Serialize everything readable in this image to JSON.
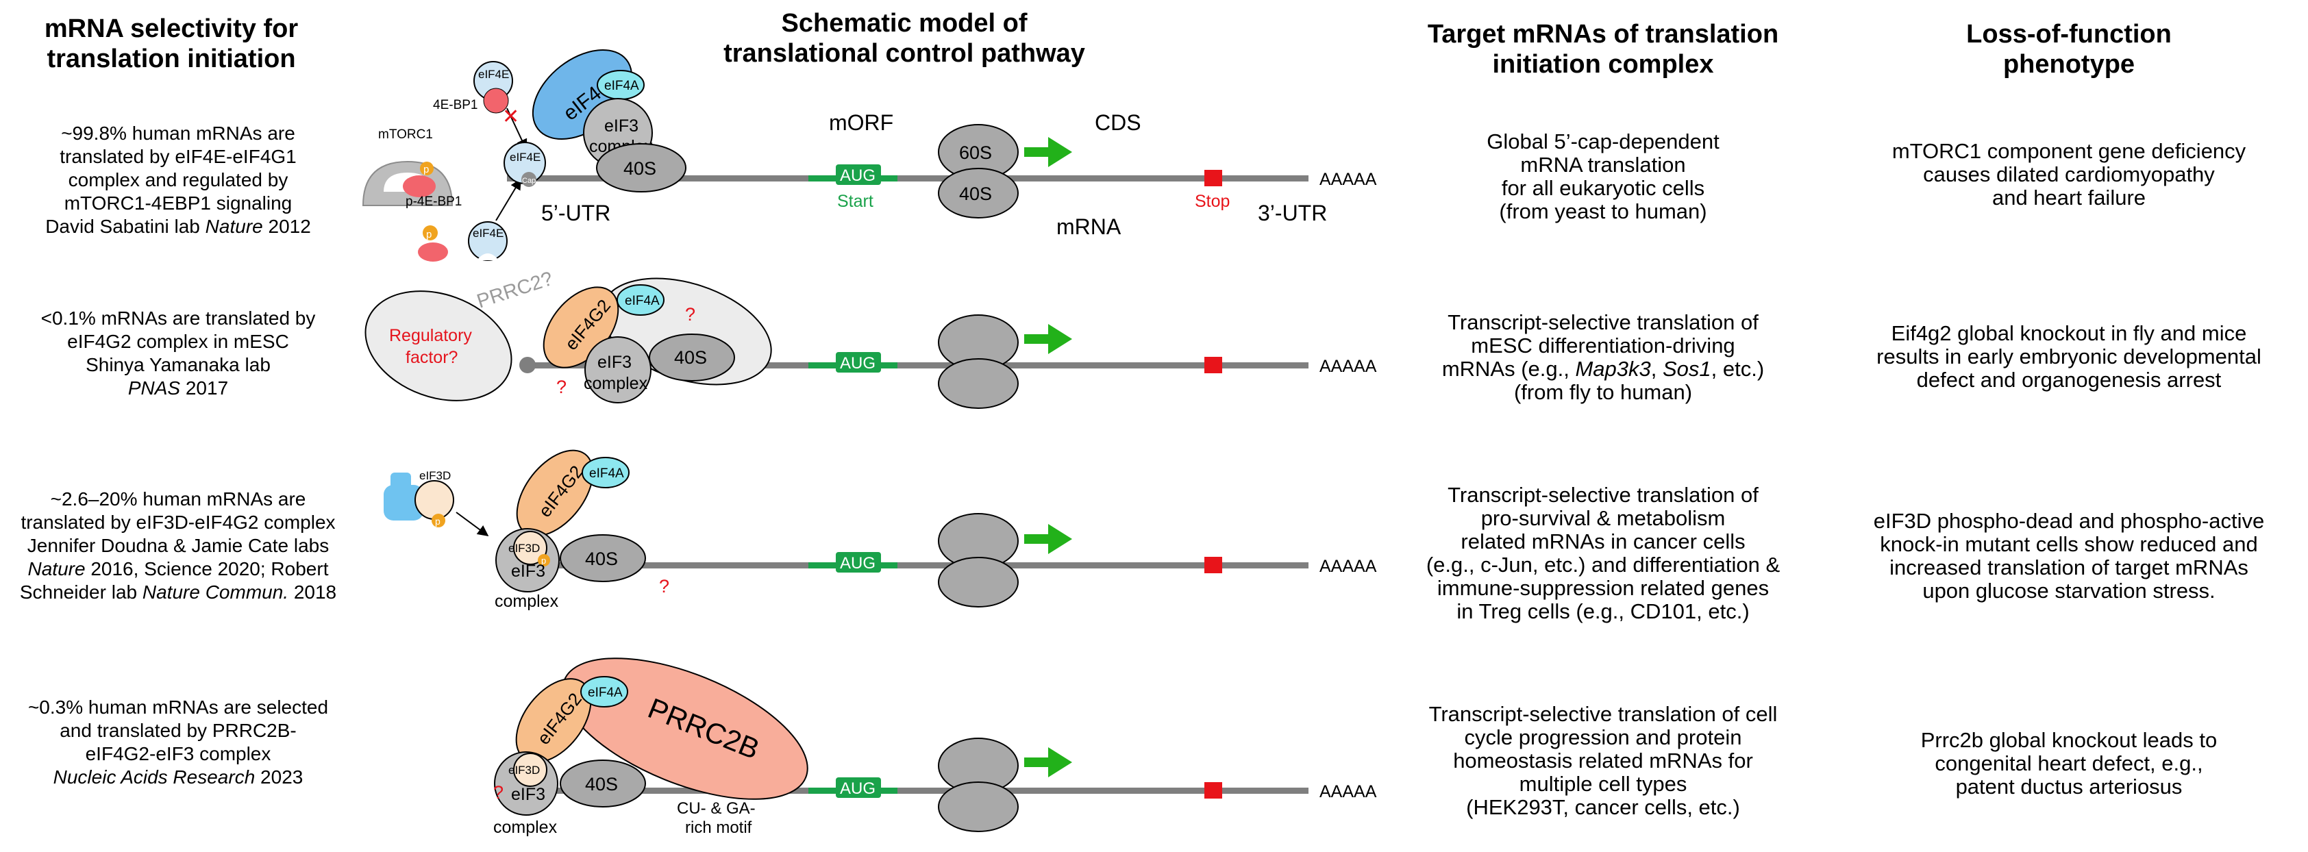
{
  "headers": {
    "col1": [
      "mRNA selectivity for",
      "translation initiation"
    ],
    "col2": [
      "Schematic model of",
      "translational control pathway"
    ],
    "col3": [
      "Target mRNAs of translation",
      "initiation complex"
    ],
    "col4": [
      "Loss-of-function",
      "phenotype"
    ]
  },
  "rows": [
    {
      "selectivity": [
        "~99.8% human mRNAs are",
        "translated by eIF4E-eIF4G1",
        "complex and regulated by",
        "mTORC1-4EBP1 signaling"
      ],
      "citation": {
        "pre": "David Sabatini lab ",
        "journal": "Nature",
        "post": " 2012"
      },
      "targets": [
        "Global 5’-cap-dependent",
        "mRNA translation",
        "for all eukaryotic cells",
        "(from yeast to human)"
      ],
      "phenotype": [
        "mTORC1 component gene deficiency",
        "causes dilated cardiomyopathy",
        "and heart failure"
      ]
    },
    {
      "selectivity": [
        "<0.1% mRNAs are translated by",
        "eIF4G2 complex in mESC",
        "Shinya Yamanaka lab"
      ],
      "citation": {
        "pre": "",
        "journal": "PNAS",
        "post": " 2017"
      },
      "targets": [
        "Transcript-selective translation of",
        "mESC differentiation-driving"
      ],
      "targets_italic_line": {
        "pre": "mRNAs (e.g., ",
        "i1": "Map3k3",
        "mid": ", ",
        "i2": "Sos1",
        "post": ", etc.)"
      },
      "targets_last": "(from fly to human)",
      "phenotype": [
        "Eif4g2 global knockout in fly and mice",
        "results in early embryonic developmental",
        "defect and organogenesis arrest"
      ]
    },
    {
      "selectivity": [
        "~2.6–20% human mRNAs are",
        "translated by eIF3D-eIF4G2 complex",
        "Jennifer Doudna & Jamie Cate labs"
      ],
      "citation3": {
        "j1": "Nature",
        "mid": " 2016, Science 2020; Robert",
        "pre2": "Schneider lab ",
        "j2": "Nature Commun.",
        "post2": " 2018"
      },
      "targets": [
        "Transcript-selective translation of",
        "pro-survival & metabolism",
        "related mRNAs in cancer cells",
        "(e.g., c-Jun, etc.) and differentiation &",
        "immune-suppression related genes",
        "in Treg cells (e.g., CD101, etc.)"
      ],
      "phenotype": [
        "eIF3D phospho-dead and phospho-active",
        "knock-in mutant cells show reduced and",
        "increased translation of target mRNAs",
        "upon glucose starvation stress."
      ]
    },
    {
      "selectivity": [
        "~0.3% human mRNAs are selected",
        "and translated by PRRC2B-",
        "eIF4G2-eIF3 complex"
      ],
      "citation": {
        "pre": "",
        "journal": "Nucleic Acids Research",
        "post": " 2023"
      },
      "targets": [
        "Transcript-selective translation of cell",
        "cycle progression and protein",
        "homeostasis related mRNAs for",
        "multiple cell types",
        "(HEK293T, cancer cells, etc.)"
      ],
      "phenotype": [
        "Prrc2b global knockout leads to",
        "congenital heart defect, e.g.,",
        "patent ductus arteriosus"
      ]
    }
  ],
  "diagram": {
    "row1": {
      "eIF4E": "eIF4E",
      "4E-BP1": "4E-BP1",
      "mTORC1": "mTORC1",
      "p4EBP1": "p-4E-BP1",
      "eIF4G1": "eIF4G1",
      "eIF4A": "eIF4A",
      "eIF3": "eIF3",
      "complex": "complex",
      "s40": "40S",
      "s60": "60S",
      "mORF": "mORF",
      "CDS": "CDS",
      "AUG": "AUG",
      "start": "Start",
      "stop": "Stop",
      "utr5": "5’-UTR",
      "utr3": "3’-UTR",
      "mRNA": "mRNA",
      "polyA": "AAAAA",
      "cap": "Cap",
      "p": "p",
      "inhibit": "✕"
    },
    "row2": {
      "prrc2q": "PRRC2?",
      "reg1": "Regulatory",
      "reg2": "factor?",
      "eIF4G2": "eIF4G2",
      "eIF4A": "eIF4A",
      "eIF3": "eIF3",
      "complex": "complex",
      "s40": "40S",
      "q": "?",
      "AUG": "AUG",
      "polyA": "AAAAA"
    },
    "row3": {
      "eIF3D": "eIF3D",
      "eIF4G2": "eIF4G2",
      "eIF4A": "eIF4A",
      "eIF3": "eIF3",
      "complex": "complex",
      "s40": "40S",
      "q": "?",
      "p": "p",
      "AUG": "AUG",
      "polyA": "AAAAA"
    },
    "row4": {
      "PRRC2B": "PRRC2B",
      "eIF4G2": "eIF4G2",
      "eIF4A": "eIF4A",
      "eIF3D": "eIF3D",
      "eIF3": "eIF3",
      "complex": "complex",
      "s40": "40S",
      "q": "?",
      "motif1": "CU- & GA-",
      "motif2": "rich motif",
      "AUG": "AUG",
      "polyA": "AAAAA"
    }
  },
  "colors": {
    "mrna": "#7f7f7f",
    "aug": "#1aa24a",
    "stop": "#e8141a",
    "arrow": "#22b11a",
    "ribosome": "#a9a9a9",
    "eIF4G1": "#6fb6ea",
    "eIF4A": "#8de7ef",
    "eIF4E": "#cfe6f5",
    "eIF4G2": "#f7be8a",
    "prrc2b": "#f8ad9a",
    "regulatory": "#ececec",
    "red": "#e5141d",
    "phospho": "#f0a31f"
  }
}
